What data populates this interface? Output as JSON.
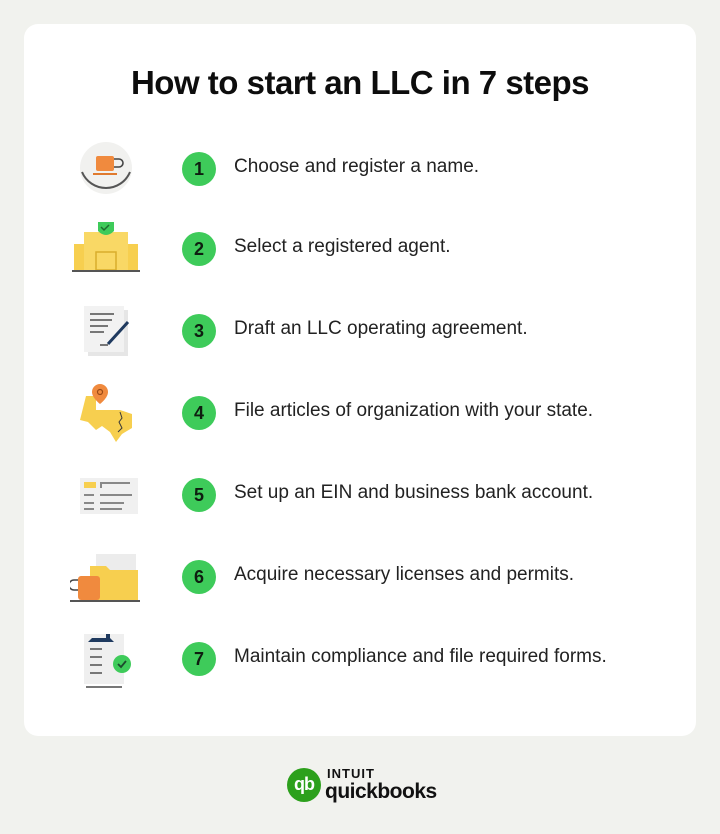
{
  "title": "How to start an LLC in 7 steps",
  "steps": [
    {
      "number": "1",
      "label": "Choose and register a name.",
      "icon": "coffee-cup-icon"
    },
    {
      "number": "2",
      "label": "Select a registered agent.",
      "icon": "building-shield-icon"
    },
    {
      "number": "3",
      "label": "Draft an LLC operating agreement.",
      "icon": "document-pen-icon"
    },
    {
      "number": "4",
      "label": "File articles of organization with your state.",
      "icon": "texas-map-pin-icon"
    },
    {
      "number": "5",
      "label": "Set up an EIN and business bank account.",
      "icon": "id-card-icon"
    },
    {
      "number": "6",
      "label": "Acquire necessary licenses and permits.",
      "icon": "folder-mug-icon"
    },
    {
      "number": "7",
      "label": "Maintain compliance and file required forms.",
      "icon": "clipboard-check-icon"
    }
  ],
  "logo": {
    "mark": "qb",
    "brand": "INTUIT",
    "product": "quickbooks"
  },
  "colors": {
    "badge": "#3ecb5a",
    "background": "#f1f2ee",
    "card": "#ffffff",
    "yellow": "#f7cf4f",
    "orange": "#f08a3e",
    "brand_green": "#2ca01c"
  }
}
